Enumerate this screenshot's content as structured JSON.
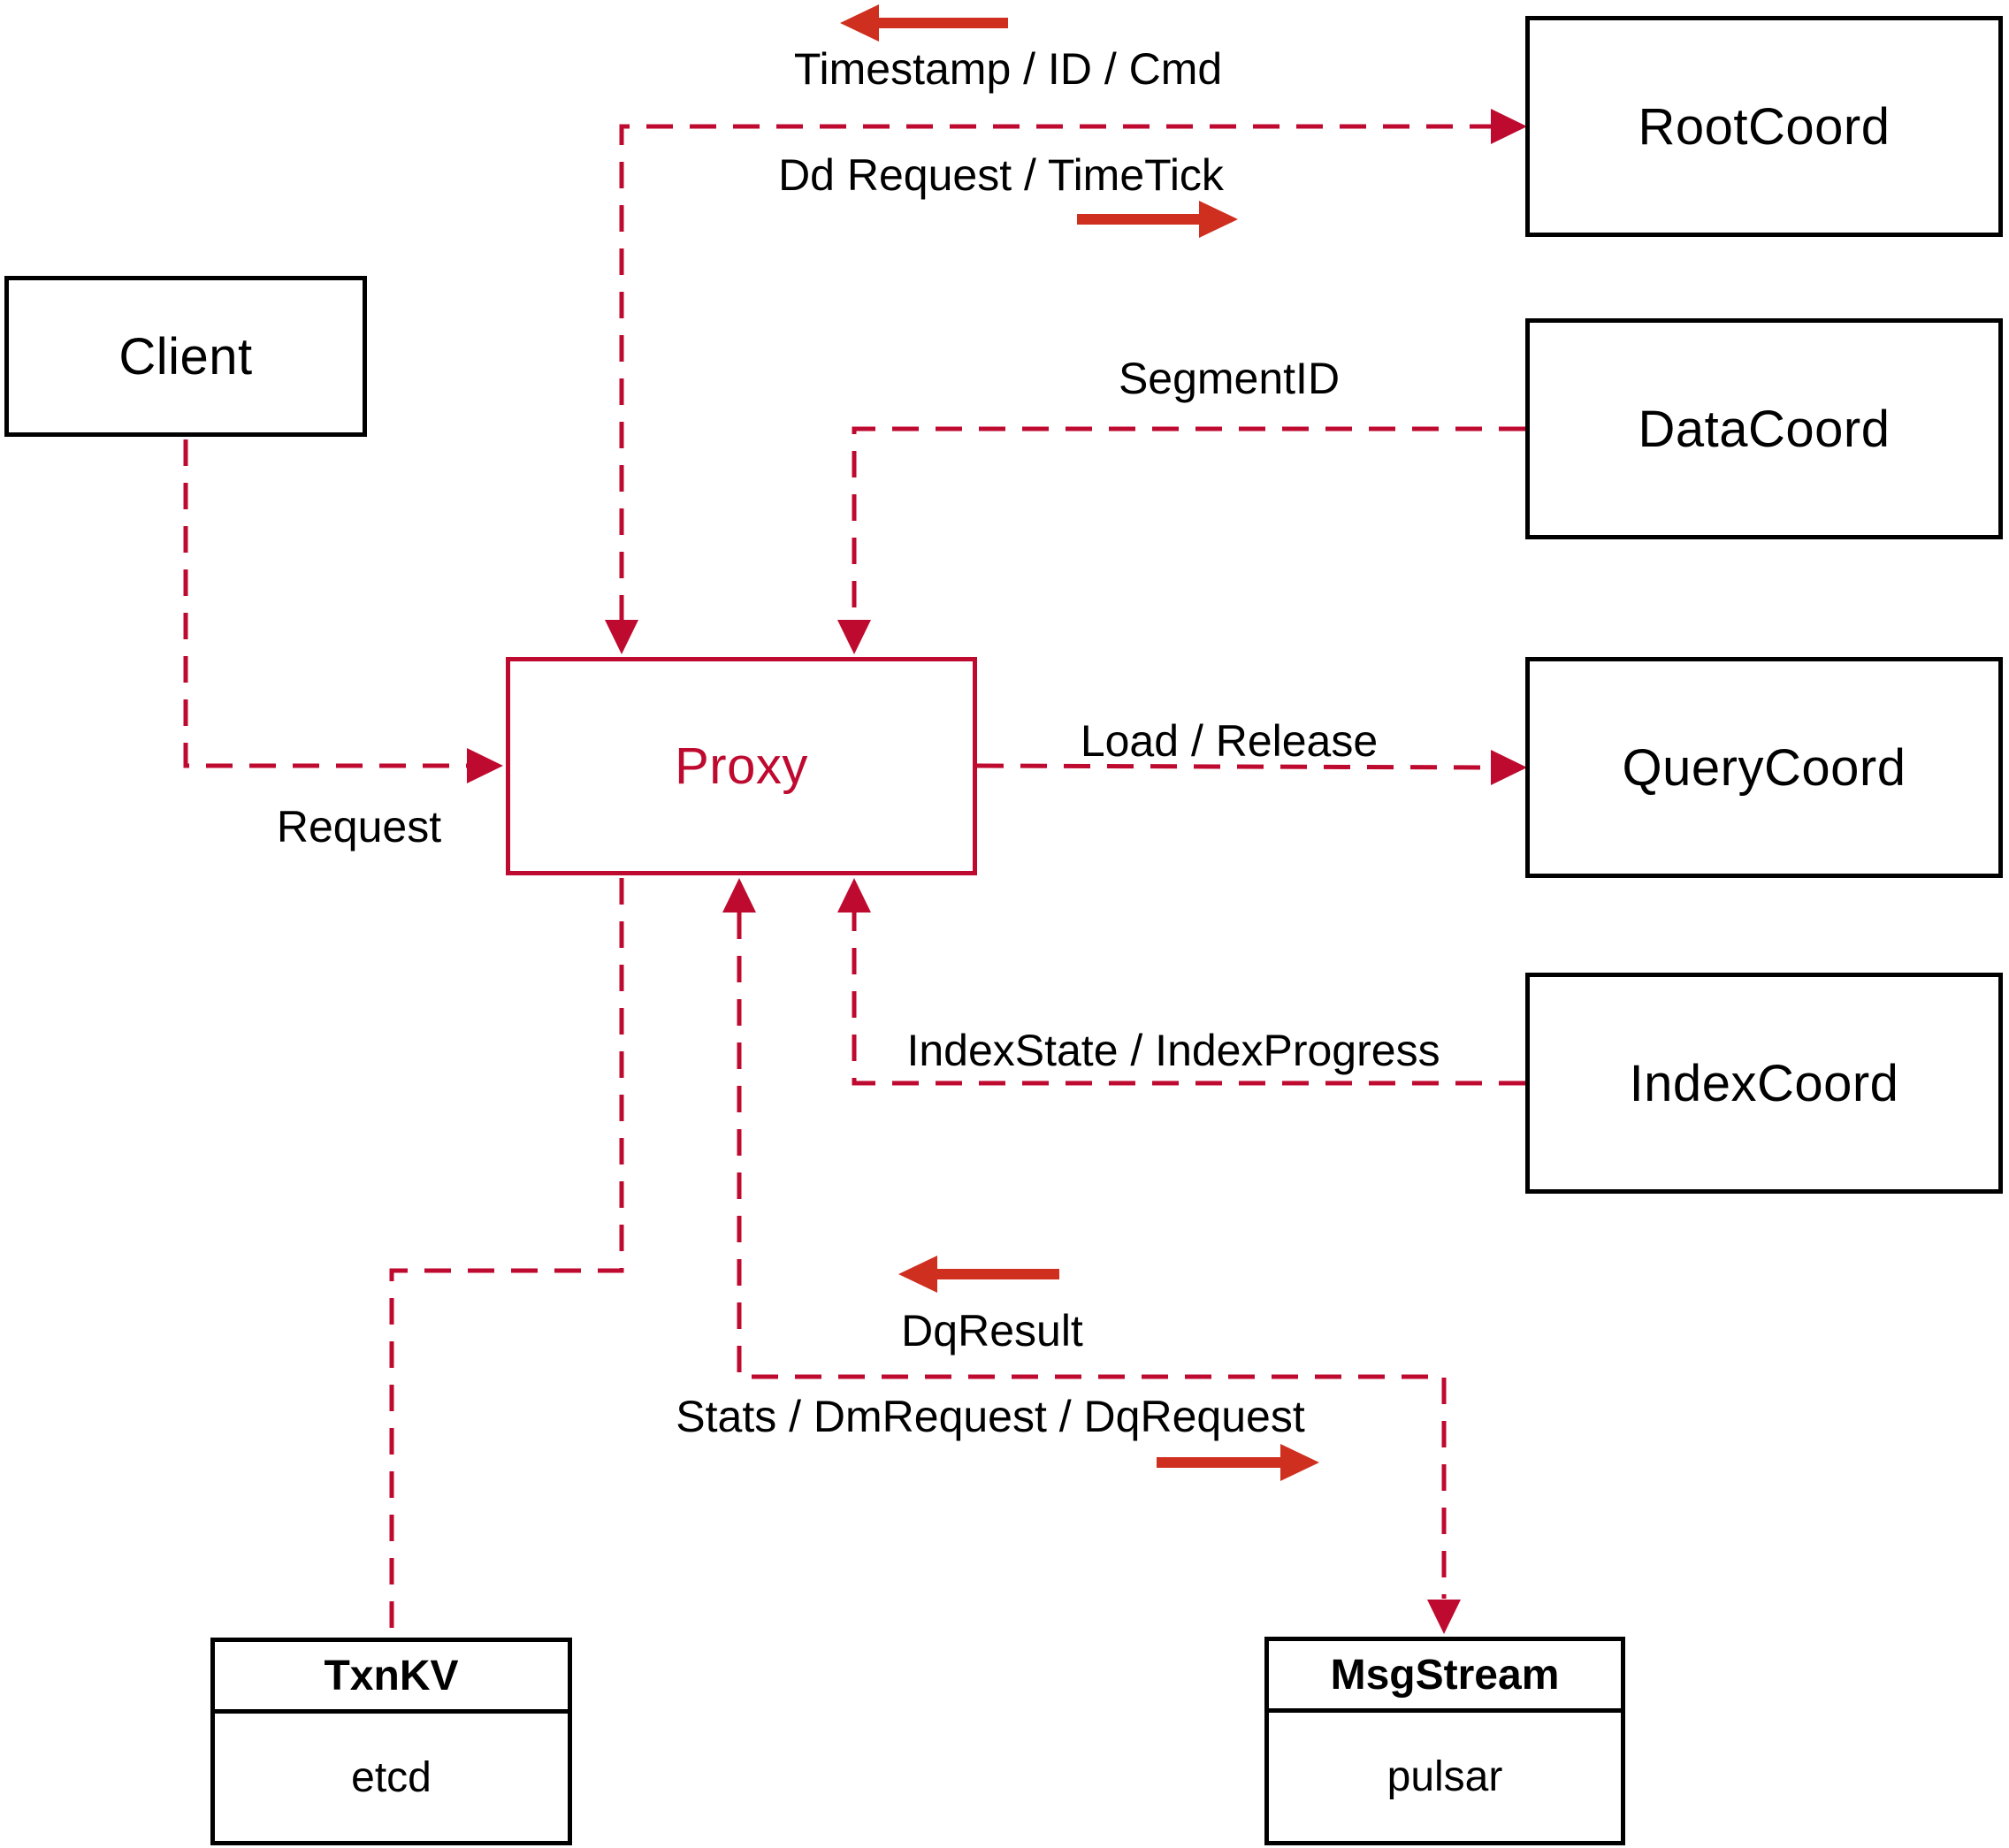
{
  "diagram": {
    "title": "Milvus proxy interaction diagram",
    "colors": {
      "connector_red": "#bf0a30",
      "solid_arrow_red": "#cf2f1f",
      "box_border_black": "#000000",
      "text_black": "#000000",
      "background": "#ffffff"
    },
    "nodes": {
      "client": {
        "label": "Client"
      },
      "root_coord": {
        "label": "RootCoord"
      },
      "data_coord": {
        "label": "DataCoord"
      },
      "query_coord": {
        "label": "QueryCoord"
      },
      "index_coord": {
        "label": "IndexCoord"
      },
      "proxy": {
        "label": "Proxy"
      },
      "txn_kv": {
        "title": "TxnKV",
        "impl": "etcd"
      },
      "msg_stream": {
        "title": "MsgStream",
        "impl": "pulsar"
      }
    },
    "edge_labels": {
      "timestamp_id_cmd": "Timestamp / ID / Cmd",
      "dd_request_timetick": "Dd Request / TimeTick",
      "segment_id": "SegmentID",
      "request": "Request",
      "load_release": "Load / Release",
      "index_state_progress": "IndexState / IndexProgress",
      "dq_result": "DqResult",
      "stats_dm_dq": "Stats / DmRequest / DqRequest"
    }
  }
}
